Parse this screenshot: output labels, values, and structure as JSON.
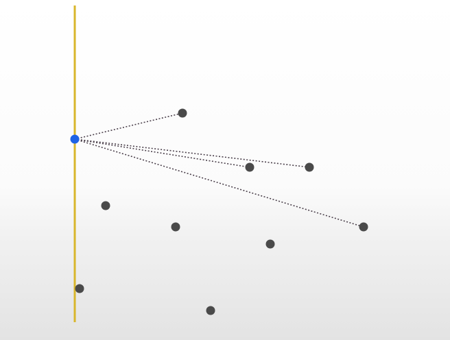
{
  "colors": {
    "background": "#ffffff",
    "wall": "#d8b62b",
    "source": "#1f63e6",
    "point": "#4a4a4a",
    "link": "#4a3f4a"
  },
  "diagram": {
    "wall": {
      "orientation": "vertical"
    },
    "source": {
      "shape": "circle",
      "icon": "blue-dot-icon"
    },
    "points": [
      {
        "id": "p1",
        "linked": true
      },
      {
        "id": "p2",
        "linked": true
      },
      {
        "id": "p3",
        "linked": true
      },
      {
        "id": "p4",
        "linked": true
      },
      {
        "id": "p5",
        "linked": false
      },
      {
        "id": "p6",
        "linked": false
      },
      {
        "id": "p7",
        "linked": false
      },
      {
        "id": "p8",
        "linked": false
      },
      {
        "id": "p9",
        "linked": false
      }
    ],
    "link_style": "dotted"
  }
}
